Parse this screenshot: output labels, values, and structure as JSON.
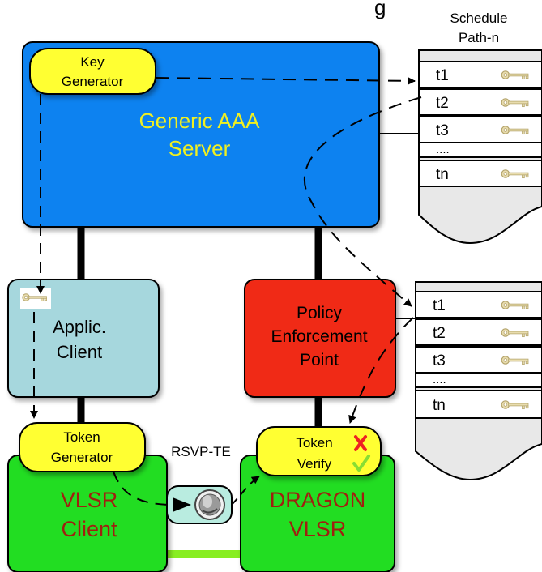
{
  "header_fragment": "g",
  "schedule": {
    "title_line1": "Schedule",
    "title_line2": "Path-n"
  },
  "aaa_server": {
    "line1": "Generic AAA",
    "line2": "Server"
  },
  "key_generator": {
    "line1": "Key",
    "line2": "Generator"
  },
  "applic_client": {
    "line1": "Applic.",
    "line2": "Client"
  },
  "pep": {
    "line1": "Policy",
    "line2": "Enforcement",
    "line3": "Point"
  },
  "token_generator": {
    "line1": "Token",
    "line2": "Generator"
  },
  "token_verify": {
    "line1": "Token",
    "line2": "Verify"
  },
  "vlsr_client": {
    "line1": "VLSR",
    "line2": "Client"
  },
  "dragon_vlsr": {
    "line1": "DRAGON",
    "line2": "VLSR"
  },
  "rsvp_label": "RSVP-TE",
  "table_top": {
    "rows": [
      "t1",
      "t2",
      "t3",
      "....",
      "tn"
    ]
  },
  "table_bottom": {
    "rows": [
      "t1",
      "t2",
      "t3",
      "....",
      "tn"
    ]
  },
  "colors": {
    "aaa": "#0a82f0",
    "key_gen": "#ffff33",
    "applic": "#a6d7dd",
    "pep": "#f02a16",
    "vlsr": "#22dd22",
    "aaa_text": "#f0f020",
    "vlsr_text": "#a02010",
    "green_link": "#88ee22",
    "cross": "#ee2222",
    "check": "#88dd33"
  },
  "icons": [
    "key-icon",
    "token-coin-icon",
    "cross-icon",
    "check-icon"
  ]
}
